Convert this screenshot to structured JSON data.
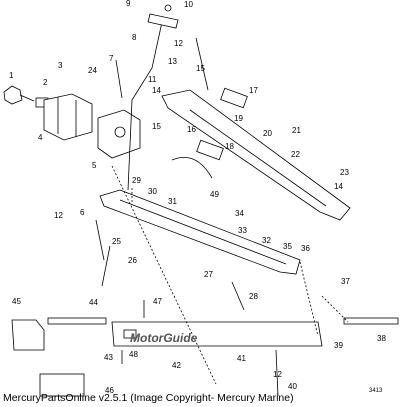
{
  "caption": "MercuryPartsOnline v2.5.1 (Image Copyright- Mercury Marine)",
  "brand_text": "MotorGuide",
  "corner_code": "3413",
  "part_numbers": [
    "1",
    "2",
    "3",
    "4",
    "5",
    "6",
    "7",
    "8",
    "9",
    "10",
    "11",
    "12",
    "12",
    "12",
    "13",
    "14",
    "14",
    "15",
    "15",
    "16",
    "17",
    "18",
    "19",
    "20",
    "21",
    "22",
    "23",
    "24",
    "25",
    "26",
    "27",
    "28",
    "29",
    "30",
    "31",
    "32",
    "33",
    "34",
    "35",
    "36",
    "37",
    "38",
    "39",
    "40",
    "41",
    "42",
    "43",
    "44",
    "45",
    "46",
    "47",
    "48",
    "49"
  ]
}
